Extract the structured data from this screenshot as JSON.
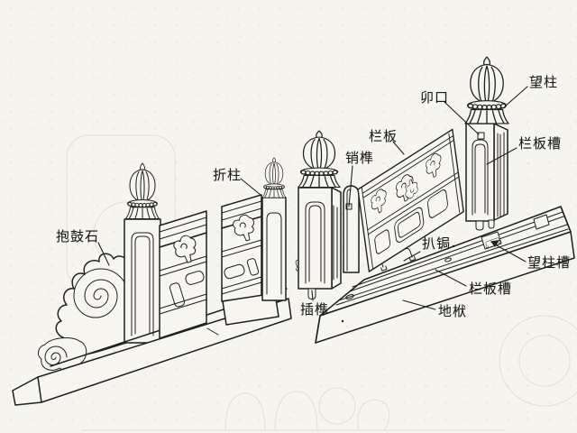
{
  "figure": {
    "kind": "stone-balustrade-exploded-diagram",
    "background_color": "#f6f4ee",
    "line_color": "#1f1f1f",
    "label_color": "#181818"
  },
  "labels": {
    "baogushi": {
      "text": "抱鼓石"
    },
    "zhezhu": {
      "text": "折柱"
    },
    "xiaosun": {
      "text": "销榫"
    },
    "lanban": {
      "text": "栏板"
    },
    "maokou": {
      "text": "卯口"
    },
    "wangzhu": {
      "text": "望柱"
    },
    "lanbancao_post": {
      "text": "栏板槽"
    },
    "paju": {
      "text": "扒锔"
    },
    "wangzhucao": {
      "text": "望柱槽"
    },
    "lanbancao_sill": {
      "text": "栏板槽"
    },
    "chasun": {
      "text": "插榫"
    },
    "difu": {
      "text": "地栿"
    }
  }
}
